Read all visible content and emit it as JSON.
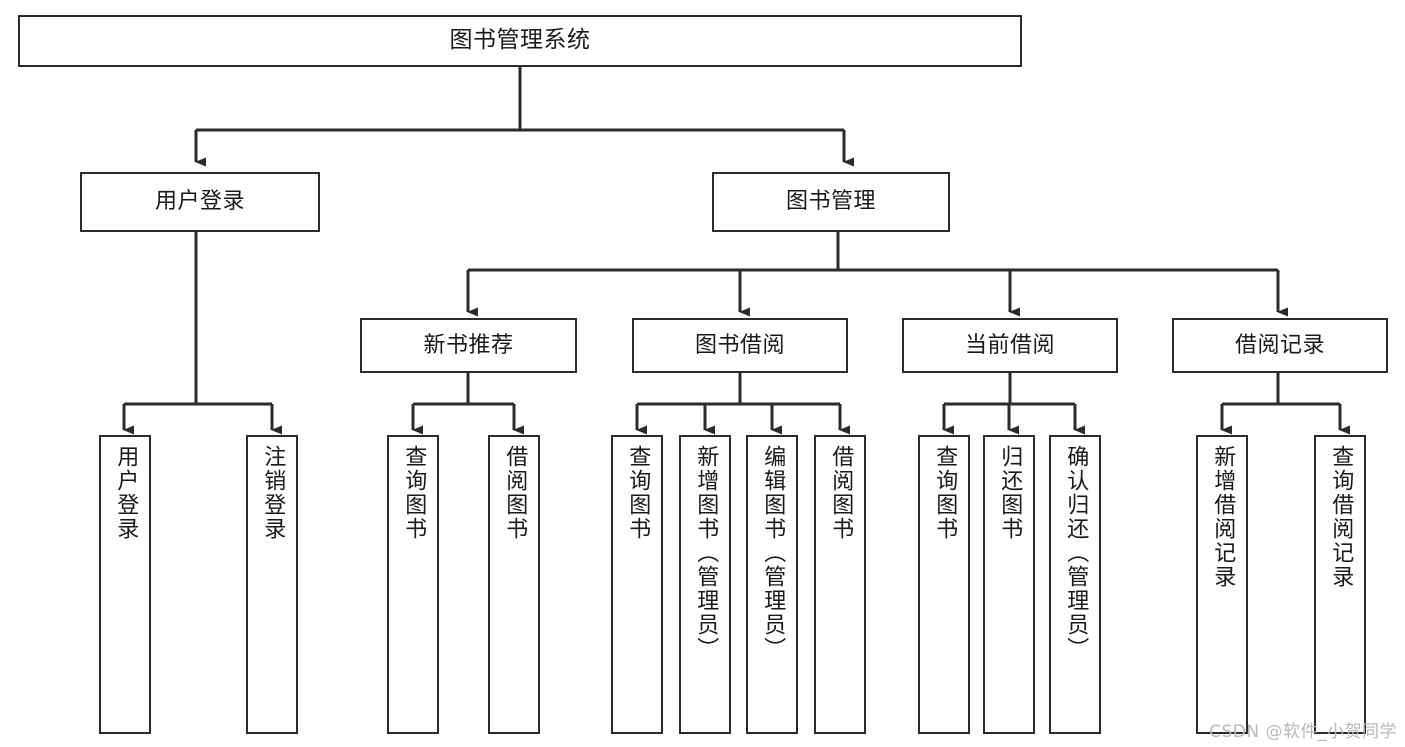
{
  "diagram": {
    "title": "图书管理系统",
    "type": "hierarchy-tree",
    "colors": {
      "stroke": "#2b2b2b",
      "fill": "#ffffff",
      "text": "#1a1a1a",
      "watermark": "#b8b8b8"
    },
    "watermark": "CSDN @软件_小贺同学",
    "levels": {
      "root": {
        "label": "图书管理系统"
      },
      "level1": [
        {
          "label": "用户登录"
        },
        {
          "label": "图书管理"
        }
      ],
      "level2": [
        {
          "label": "新书推荐"
        },
        {
          "label": "图书借阅"
        },
        {
          "label": "当前借阅"
        },
        {
          "label": "借阅记录"
        }
      ],
      "leaves": {
        "user_login": [
          {
            "label": "用户登录"
          },
          {
            "label": "注销登录"
          }
        ],
        "new_book_recommend": [
          {
            "label": "查询图书"
          },
          {
            "label": "借阅图书"
          }
        ],
        "book_borrow": [
          {
            "label": "查询图书"
          },
          {
            "label": "新增图书（管理员）"
          },
          {
            "label": "编辑图书（管理员）"
          },
          {
            "label": "借阅图书"
          }
        ],
        "current_borrow": [
          {
            "label": "查询图书"
          },
          {
            "label": "归还图书"
          },
          {
            "label": "确认归还（管理员）"
          }
        ],
        "borrow_record": [
          {
            "label": "新增借阅记录"
          },
          {
            "label": "查询借阅记录"
          }
        ]
      }
    }
  }
}
